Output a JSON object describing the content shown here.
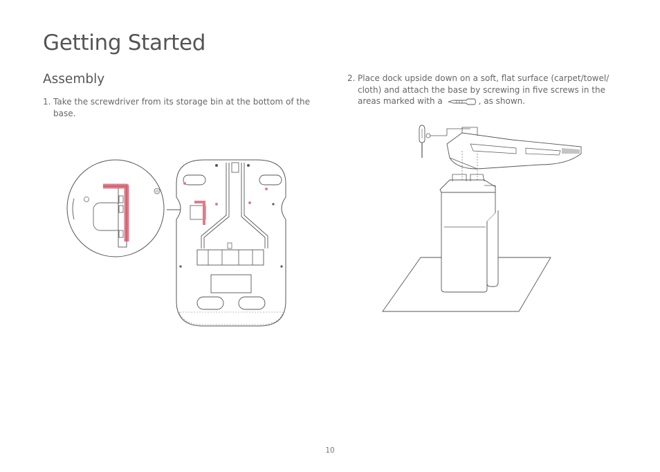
{
  "page": {
    "title": "Getting Started",
    "section_title": "Assembly",
    "page_number": "10"
  },
  "steps": [
    {
      "number": "1.",
      "text": "Take the screwdriver from its storage bin at the bottom of the base."
    },
    {
      "number": "2.",
      "text_before_icon": "Place dock upside down on a soft, flat surface (carpet/towel/ cloth) and attach the base by screwing in five screws in the areas marked with a",
      "text_after_icon": ", as shown."
    }
  ],
  "colors": {
    "highlight": "#e27a8a",
    "line": "#444444",
    "text": "#555555"
  },
  "icons": {
    "screw_marker": "screw-icon",
    "screwdriver": "screwdriver-icon"
  }
}
